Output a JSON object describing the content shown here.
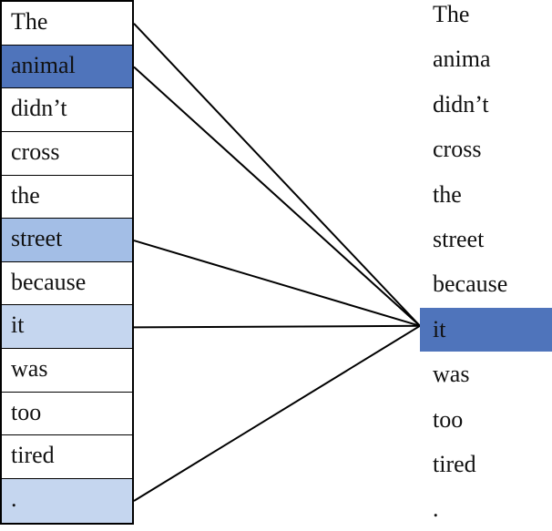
{
  "source_tokens": [
    {
      "text": "The",
      "highlight": null
    },
    {
      "text": "animal",
      "highlight": "#4f74bb"
    },
    {
      "text": "didn’t",
      "highlight": null
    },
    {
      "text": "cross",
      "highlight": null
    },
    {
      "text": "the",
      "highlight": null
    },
    {
      "text": "street",
      "highlight": "#a3bee6"
    },
    {
      "text": "because",
      "highlight": null
    },
    {
      "text": "it",
      "highlight": "#c5d6ef"
    },
    {
      "text": "was",
      "highlight": null
    },
    {
      "text": "too",
      "highlight": null
    },
    {
      "text": "tired",
      "highlight": null
    },
    {
      "text": ".",
      "highlight": "#c5d6ef"
    }
  ],
  "target_tokens": [
    {
      "text": "The",
      "highlight": null
    },
    {
      "text": "anima",
      "highlight": null
    },
    {
      "text": "didn’t",
      "highlight": null
    },
    {
      "text": "cross",
      "highlight": null
    },
    {
      "text": "the",
      "highlight": null
    },
    {
      "text": "street",
      "highlight": null
    },
    {
      "text": "because",
      "highlight": null
    },
    {
      "text": "it",
      "highlight": "#4f74bb"
    },
    {
      "text": "was",
      "highlight": null
    },
    {
      "text": "too",
      "highlight": null
    },
    {
      "text": "tired",
      "highlight": null
    },
    {
      "text": ".",
      "highlight": null
    }
  ],
  "attention": {
    "target_index": 7,
    "source_indices": [
      0,
      1,
      5,
      7,
      11
    ],
    "line_color": "#000000"
  }
}
